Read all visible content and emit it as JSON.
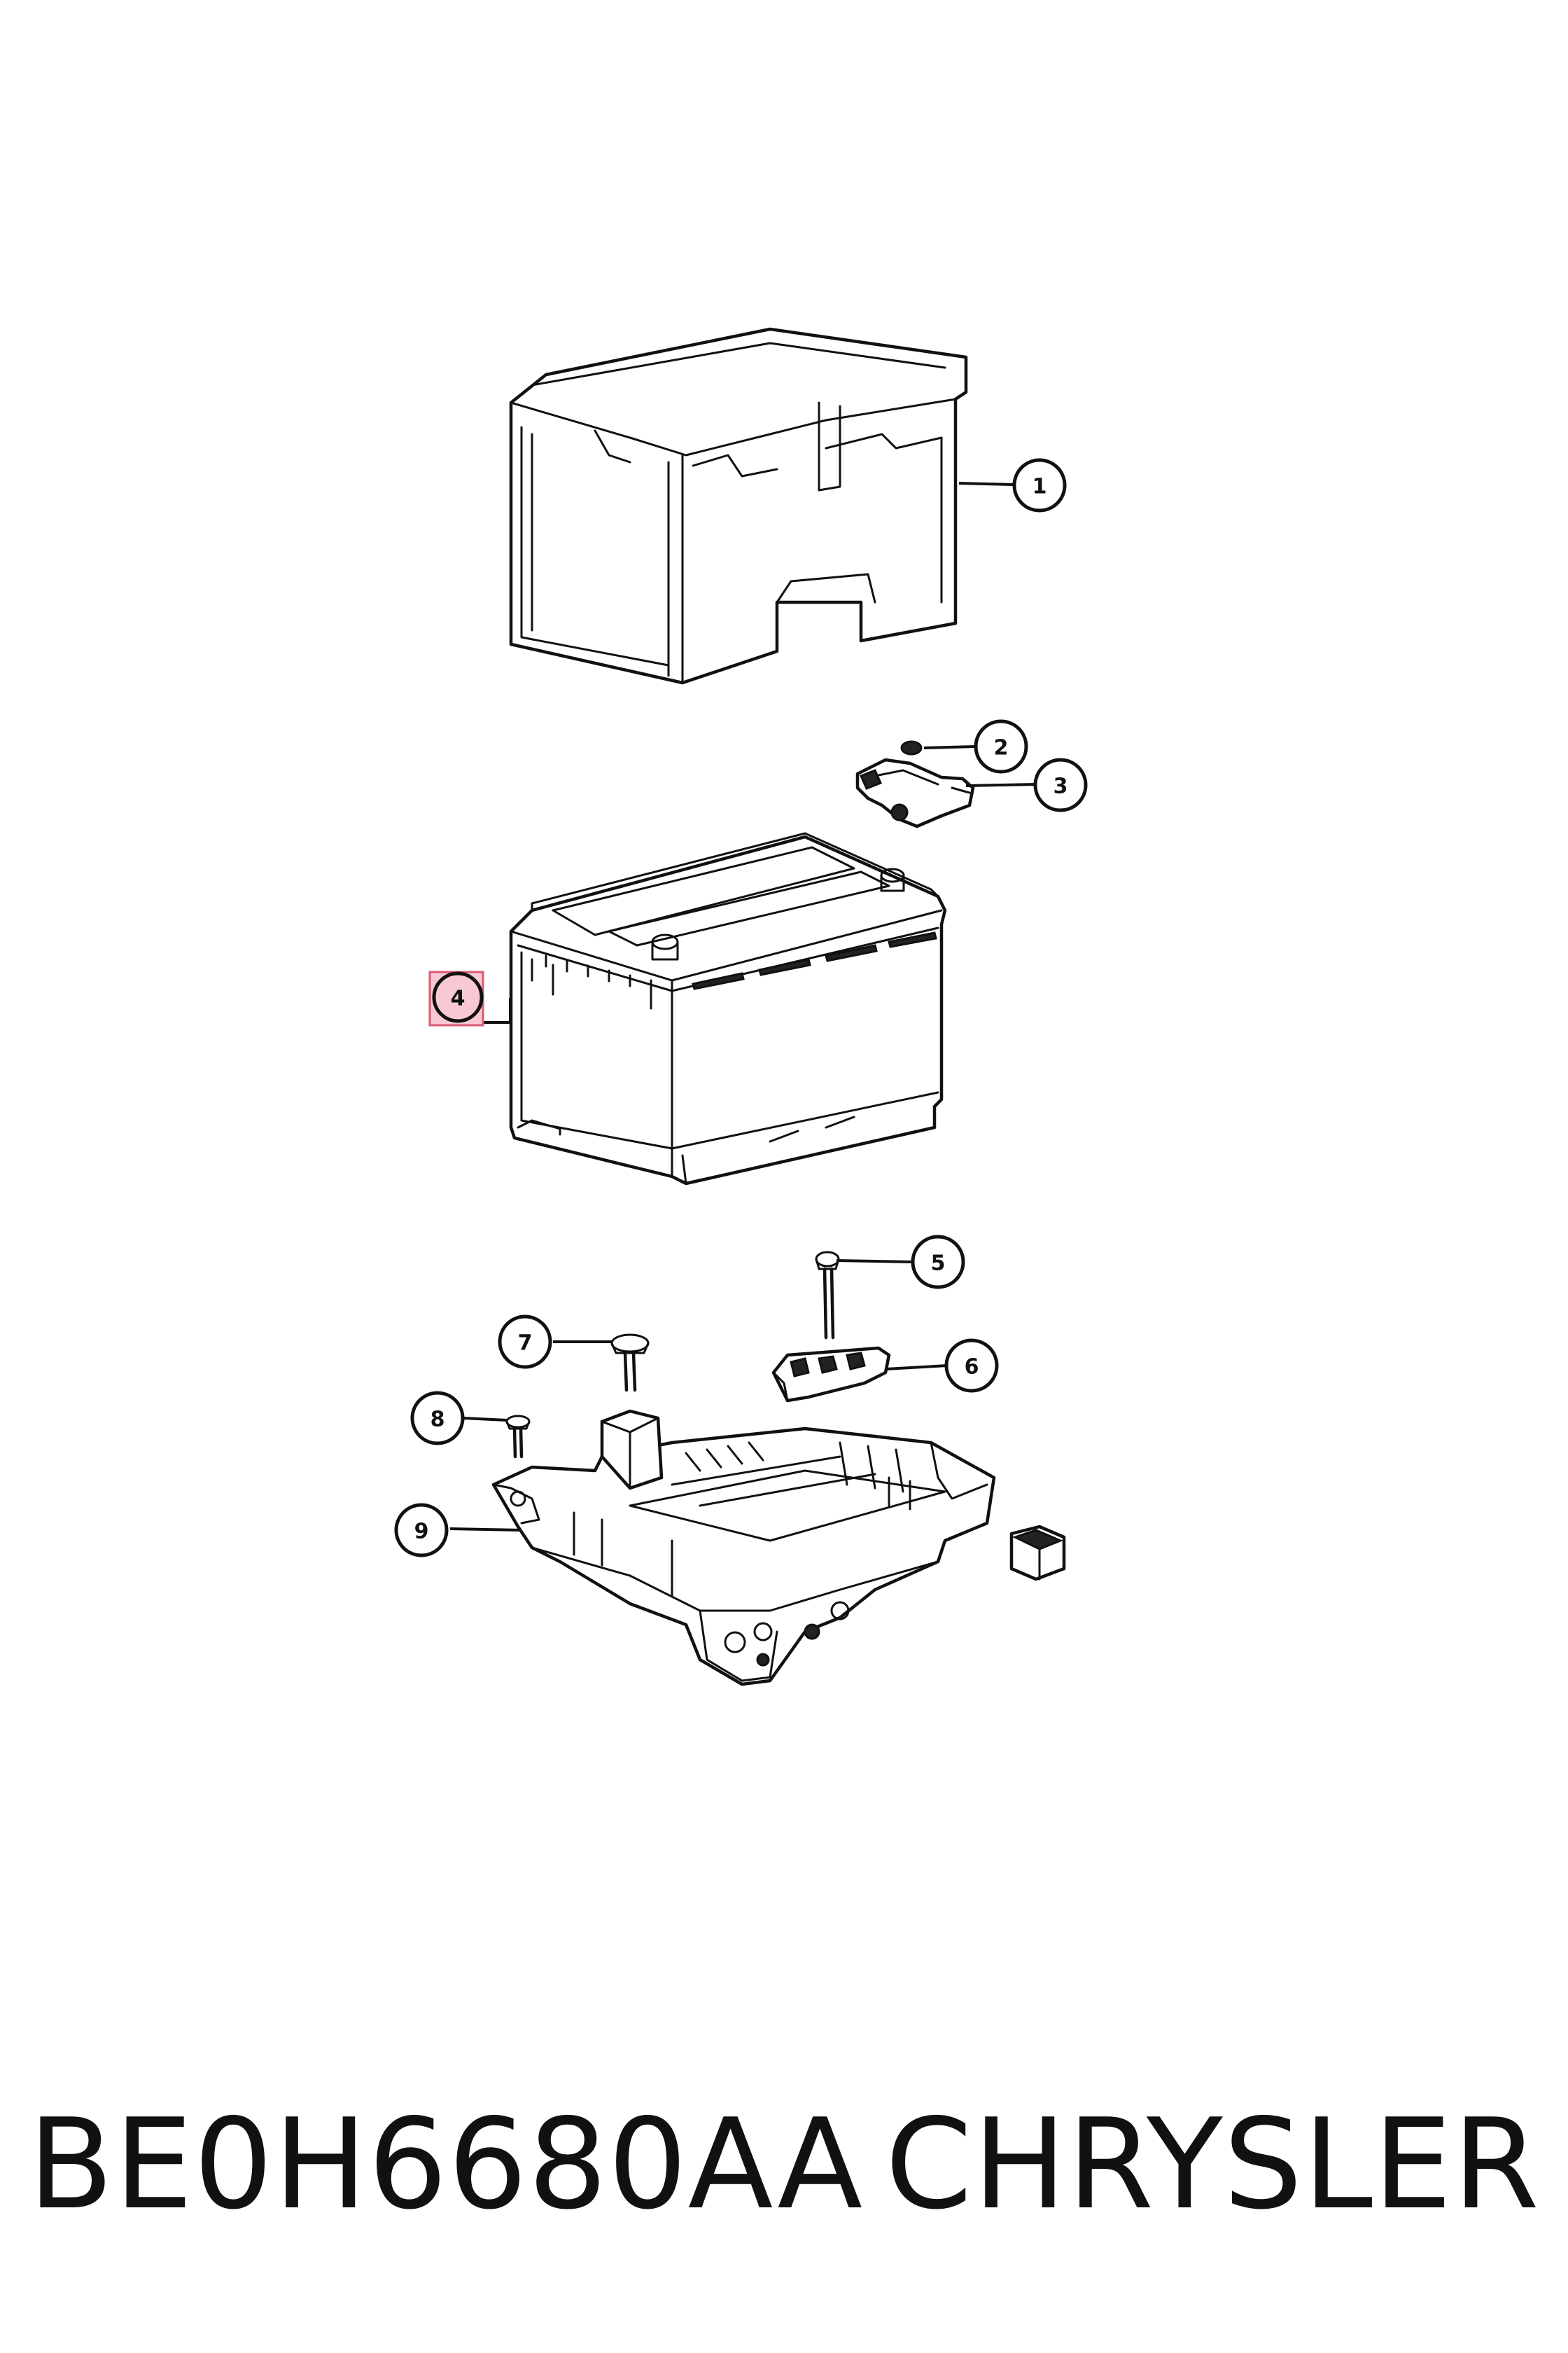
{
  "callouts": {
    "c1": "1",
    "c2": "2",
    "c3": "3",
    "c4": "4",
    "c5": "5",
    "c6": "6",
    "c7": "7",
    "c8": "8",
    "c9": "9"
  },
  "highlight_color": "#f8c9d3",
  "caption": {
    "part_number": "BE0H6680AA",
    "brand": "CHRYSLER"
  }
}
